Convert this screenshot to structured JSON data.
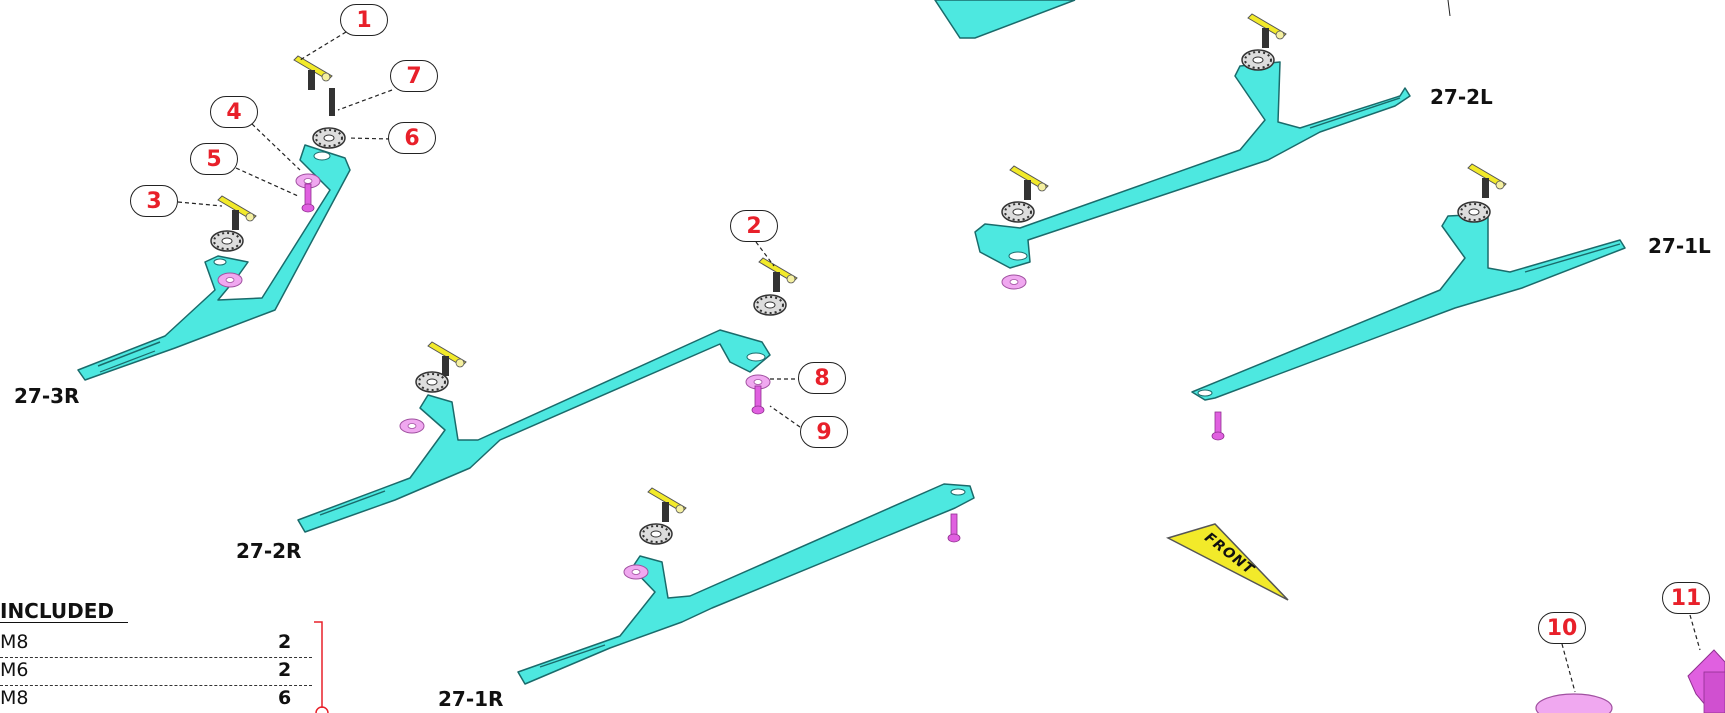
{
  "parts": [
    {
      "id": "p3r",
      "label": "27-3R"
    },
    {
      "id": "p2r",
      "label": "27-2R"
    },
    {
      "id": "p1r",
      "label": "27-1R"
    },
    {
      "id": "p2l",
      "label": "27-2L"
    },
    {
      "id": "p1l",
      "label": "27-1L"
    }
  ],
  "callouts": [
    "1",
    "2",
    "3",
    "4",
    "5",
    "6",
    "7",
    "8",
    "9",
    "10",
    "11"
  ],
  "front_label": "FRONT",
  "hardware_table": {
    "title": "INCLUDED",
    "rows": [
      {
        "name": "M8",
        "qty": "2"
      },
      {
        "name": "M6",
        "qty": "2"
      },
      {
        "name": "M8",
        "qty": "6"
      }
    ]
  },
  "colors": {
    "bracket": "#4de8e0",
    "bracket_edge": "#1a6b6b",
    "thumb_nut": "#f2ea2a",
    "washer": "#f0a8f0",
    "bolt": "#e060e0",
    "callout_text": "#e8202a"
  }
}
